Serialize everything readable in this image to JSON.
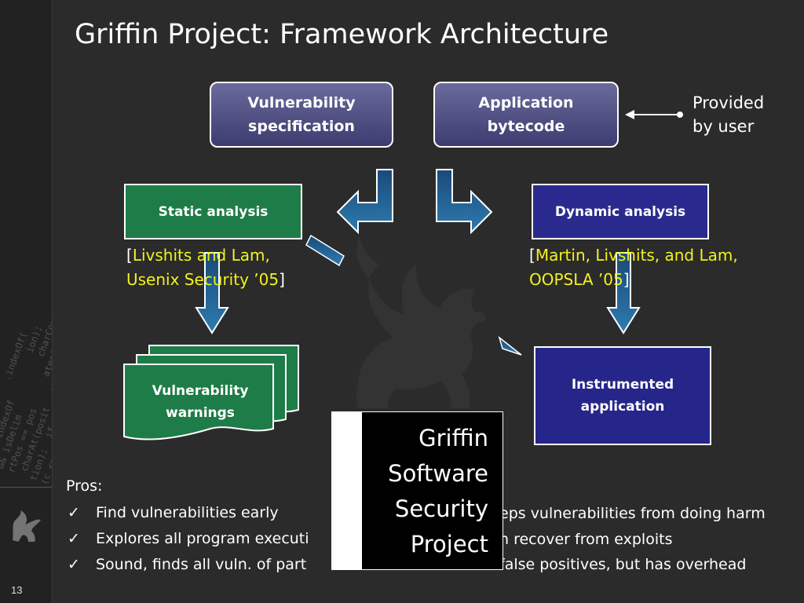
{
  "slide": {
    "title": "Griffin Project: Framework Architecture",
    "number": "13"
  },
  "inputs": {
    "vuln_spec": [
      "Vulnerability",
      "specification"
    ],
    "app_bytecode": [
      "Application",
      "bytecode"
    ],
    "provided_note": "Provided\nby user"
  },
  "analyses": {
    "static_label": "Static analysis",
    "dynamic_label": "Dynamic analysis"
  },
  "citations": {
    "static": {
      "open": "[",
      "line1": "Livshits and Lam,",
      "line2": "Usenix Security ’05",
      "close": "]"
    },
    "dynamic": {
      "open": "[",
      "line1": "Martin, Livshits, and Lam,",
      "line2": "OOPSLA ’05",
      "close": "]"
    }
  },
  "outputs": {
    "warnings": [
      "Vulnerability",
      "warnings"
    ],
    "instrumented": [
      "Instrumented",
      "application"
    ]
  },
  "pros": {
    "heading": "Pros:",
    "check_mark": "✓",
    "items": [
      "Find vulnerabilities early",
      "Explores all program executi",
      "Sound, finds all vuln. of part"
    ]
  },
  "dynamic_pros": [
    "eps vulnerabilities from doing harm",
    "n recover from exploits",
    "false positives, but has overhead"
  ],
  "griffin_box": [
    "Griffin",
    "Software",
    "Security",
    "Project"
  ],
  "colors": {
    "citation_highlight": "#f2f21e",
    "static_box": "#1e7c48",
    "dynamic_box": "#2a2a8e",
    "arrow_blue": "#1f5a86"
  }
}
